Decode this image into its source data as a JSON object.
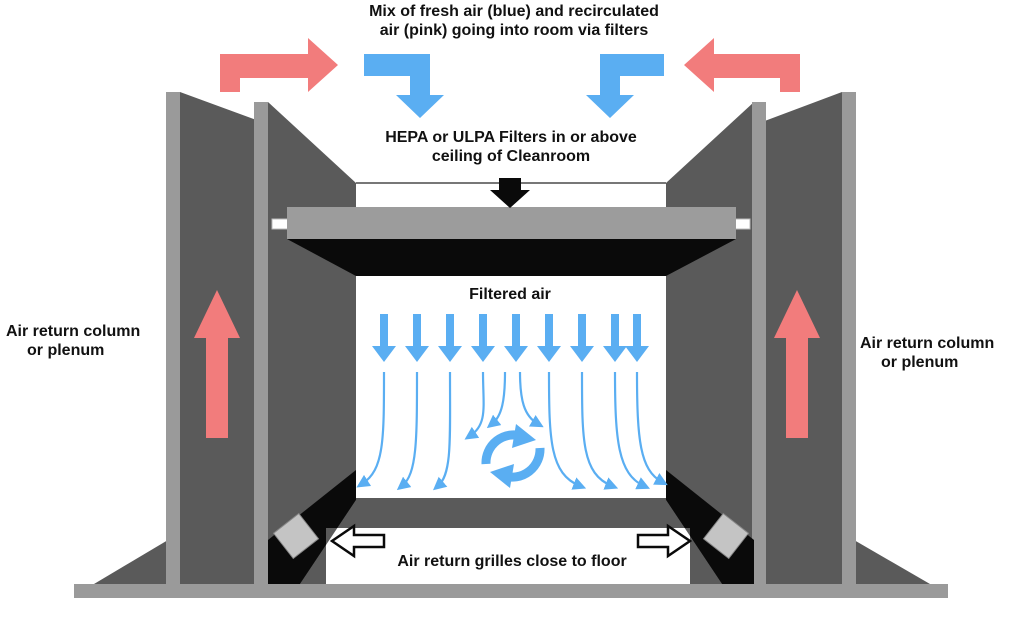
{
  "labels": {
    "mix_line1": "Mix of fresh air (blue) and recirculated",
    "mix_line2": "air (pink) going into room via filters",
    "filters_line1": "HEPA or ULPA Filters in or above",
    "filters_line2": "ceiling of Cleanroom",
    "filtered_air": "Filtered air",
    "left_return_line1": "Air return column",
    "left_return_line2": "or plenum",
    "right_return_line1": "Air return column",
    "right_return_line2": "or plenum",
    "grilles": "Air return grilles close to floor"
  },
  "colors": {
    "fresh_air": "#5aaef2",
    "recirculated_air": "#f27c7c",
    "panel_dark": "#5a5a5a",
    "panel_light": "#9a9a9a",
    "filter_gray": "#9c9c9c",
    "black": "#0a0a0a",
    "grille": "#c4c4c4"
  },
  "icons": {
    "fresh_air_arrows": "down-turn-arrow",
    "recirc_arrows": "right-arrow / left-arrow",
    "return_arrows": "up-arrow",
    "recirculation": "rotate-cycle-icon",
    "grille_arrows": "outline-arrow"
  }
}
